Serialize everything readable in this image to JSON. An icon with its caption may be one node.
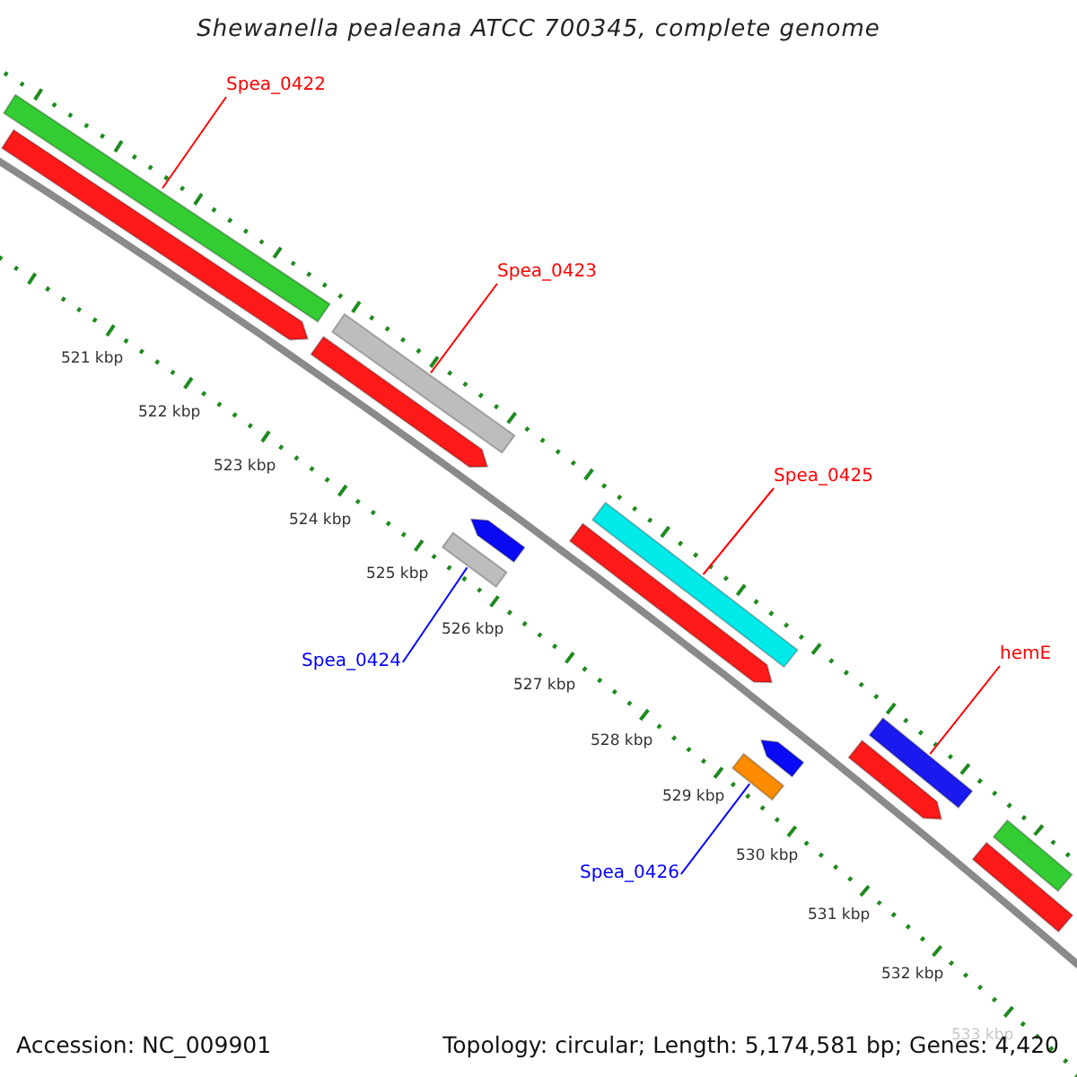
{
  "diagram": {
    "title": "Shewanella pealeana ATCC 700345, complete genome",
    "nodes": [
      {
        "text": [
          "Spea_0422"
        ]
      },
      {
        "text": [],
        "shape": "bar"
      },
      {
        "text": [
          "Spea_0423"
        ]
      },
      {
        "text": [],
        "shape": "bar"
      },
      {
        "text": [
          "Spea_0425"
        ]
      },
      {
        "text": [],
        "shape": "bar"
      },
      {
        "text": [
          "hemE"
        ]
      },
      {
        "text": [],
        "shape": "bar"
      },
      {
        "text": [
          "Spea_0424"
        ]
      },
      {
        "text": [],
        "shape": "bar"
      },
      {
        "text": [
          "Spea_0426"
        ]
      },
      {
        "text": [],
        "shape": "bar"
      },
      {
        "text": [],
        "shape": "arrow"
      },
      {
        "text": [],
        "shape": "arrow"
      },
      {
        "text": [],
        "shape": "arrow"
      },
      {
        "text": [],
        "shape": "arrow"
      },
      {
        "text": [],
        "shape": "arrow"
      },
      {
        "text": [],
        "shape": "arrow"
      },
      {
        "text": [],
        "shape": "bar"
      },
      {
        "text": [],
        "shape": "bar"
      }
    ],
    "edges": [
      {
        "from": 0,
        "to": 1,
        "arrow": "none"
      },
      {
        "from": 2,
        "to": 3,
        "arrow": "none"
      },
      {
        "from": 4,
        "to": 5,
        "arrow": "none"
      },
      {
        "from": 6,
        "to": 7,
        "arrow": "none"
      },
      {
        "from": 8,
        "to": 9,
        "arrow": "none",
        "color": "#0000ff"
      },
      {
        "from": 10,
        "to": 11,
        "arrow": "none",
        "color": "#0000ff"
      }
    ],
    "labels": [
      "521 kbp",
      "522 kbp",
      "523 kbp",
      "524 kbp",
      "525 kbp",
      "526 kbp",
      "527 kbp",
      "528 kbp",
      "529 kbp",
      "530 kbp",
      "531 kbp",
      "532 kbp",
      "533 kbp",
      "Accession: NC_009901",
      "Topology: circular; Length: 5,174,581 bp; Genes: 4,420"
    ]
  }
}
